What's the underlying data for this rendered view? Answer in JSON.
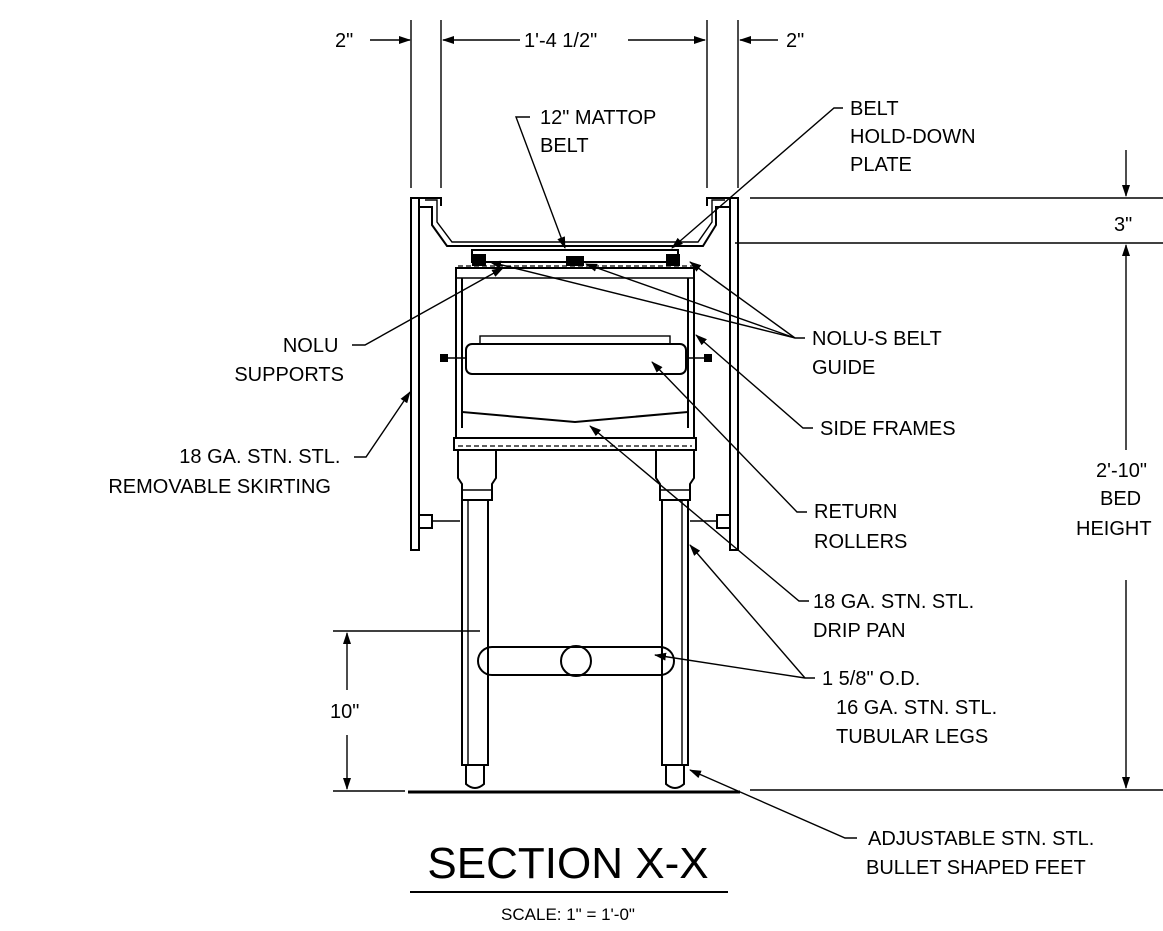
{
  "dimensions": {
    "left_skirt_offset": "2\"",
    "inner_width": "1'-4 1/2\"",
    "right_skirt_offset": "2\"",
    "top_rail_height": "3\"",
    "bed_height_value": "2'-10\"",
    "bed_height_line1": "BED",
    "bed_height_line2": "HEIGHT",
    "lower_bar_height": "10\""
  },
  "callouts": {
    "mattop_belt": [
      "12\" MATTOP",
      "BELT"
    ],
    "hold_down_plate": [
      "BELT",
      "HOLD-DOWN",
      "PLATE"
    ],
    "nolu_supports": [
      "NOLU",
      "SUPPORTS"
    ],
    "belt_guide": [
      "NOLU-S BELT",
      "GUIDE"
    ],
    "side_frames": [
      "SIDE FRAMES"
    ],
    "skirting": [
      "18 GA. STN. STL.",
      "REMOVABLE SKIRTING"
    ],
    "return_rollers": [
      "RETURN",
      "ROLLERS"
    ],
    "drip_pan": [
      "18 GA. STN. STL.",
      "DRIP PAN"
    ],
    "tubular_legs": [
      "1 5/8\" O.D.",
      "16 GA. STN. STL.",
      "TUBULAR LEGS"
    ],
    "feet": [
      "ADJUSTABLE STN. STL.",
      "BULLET SHAPED FEET"
    ]
  },
  "title": "SECTION X-X",
  "scale": "SCALE: 1\" = 1'-0\""
}
